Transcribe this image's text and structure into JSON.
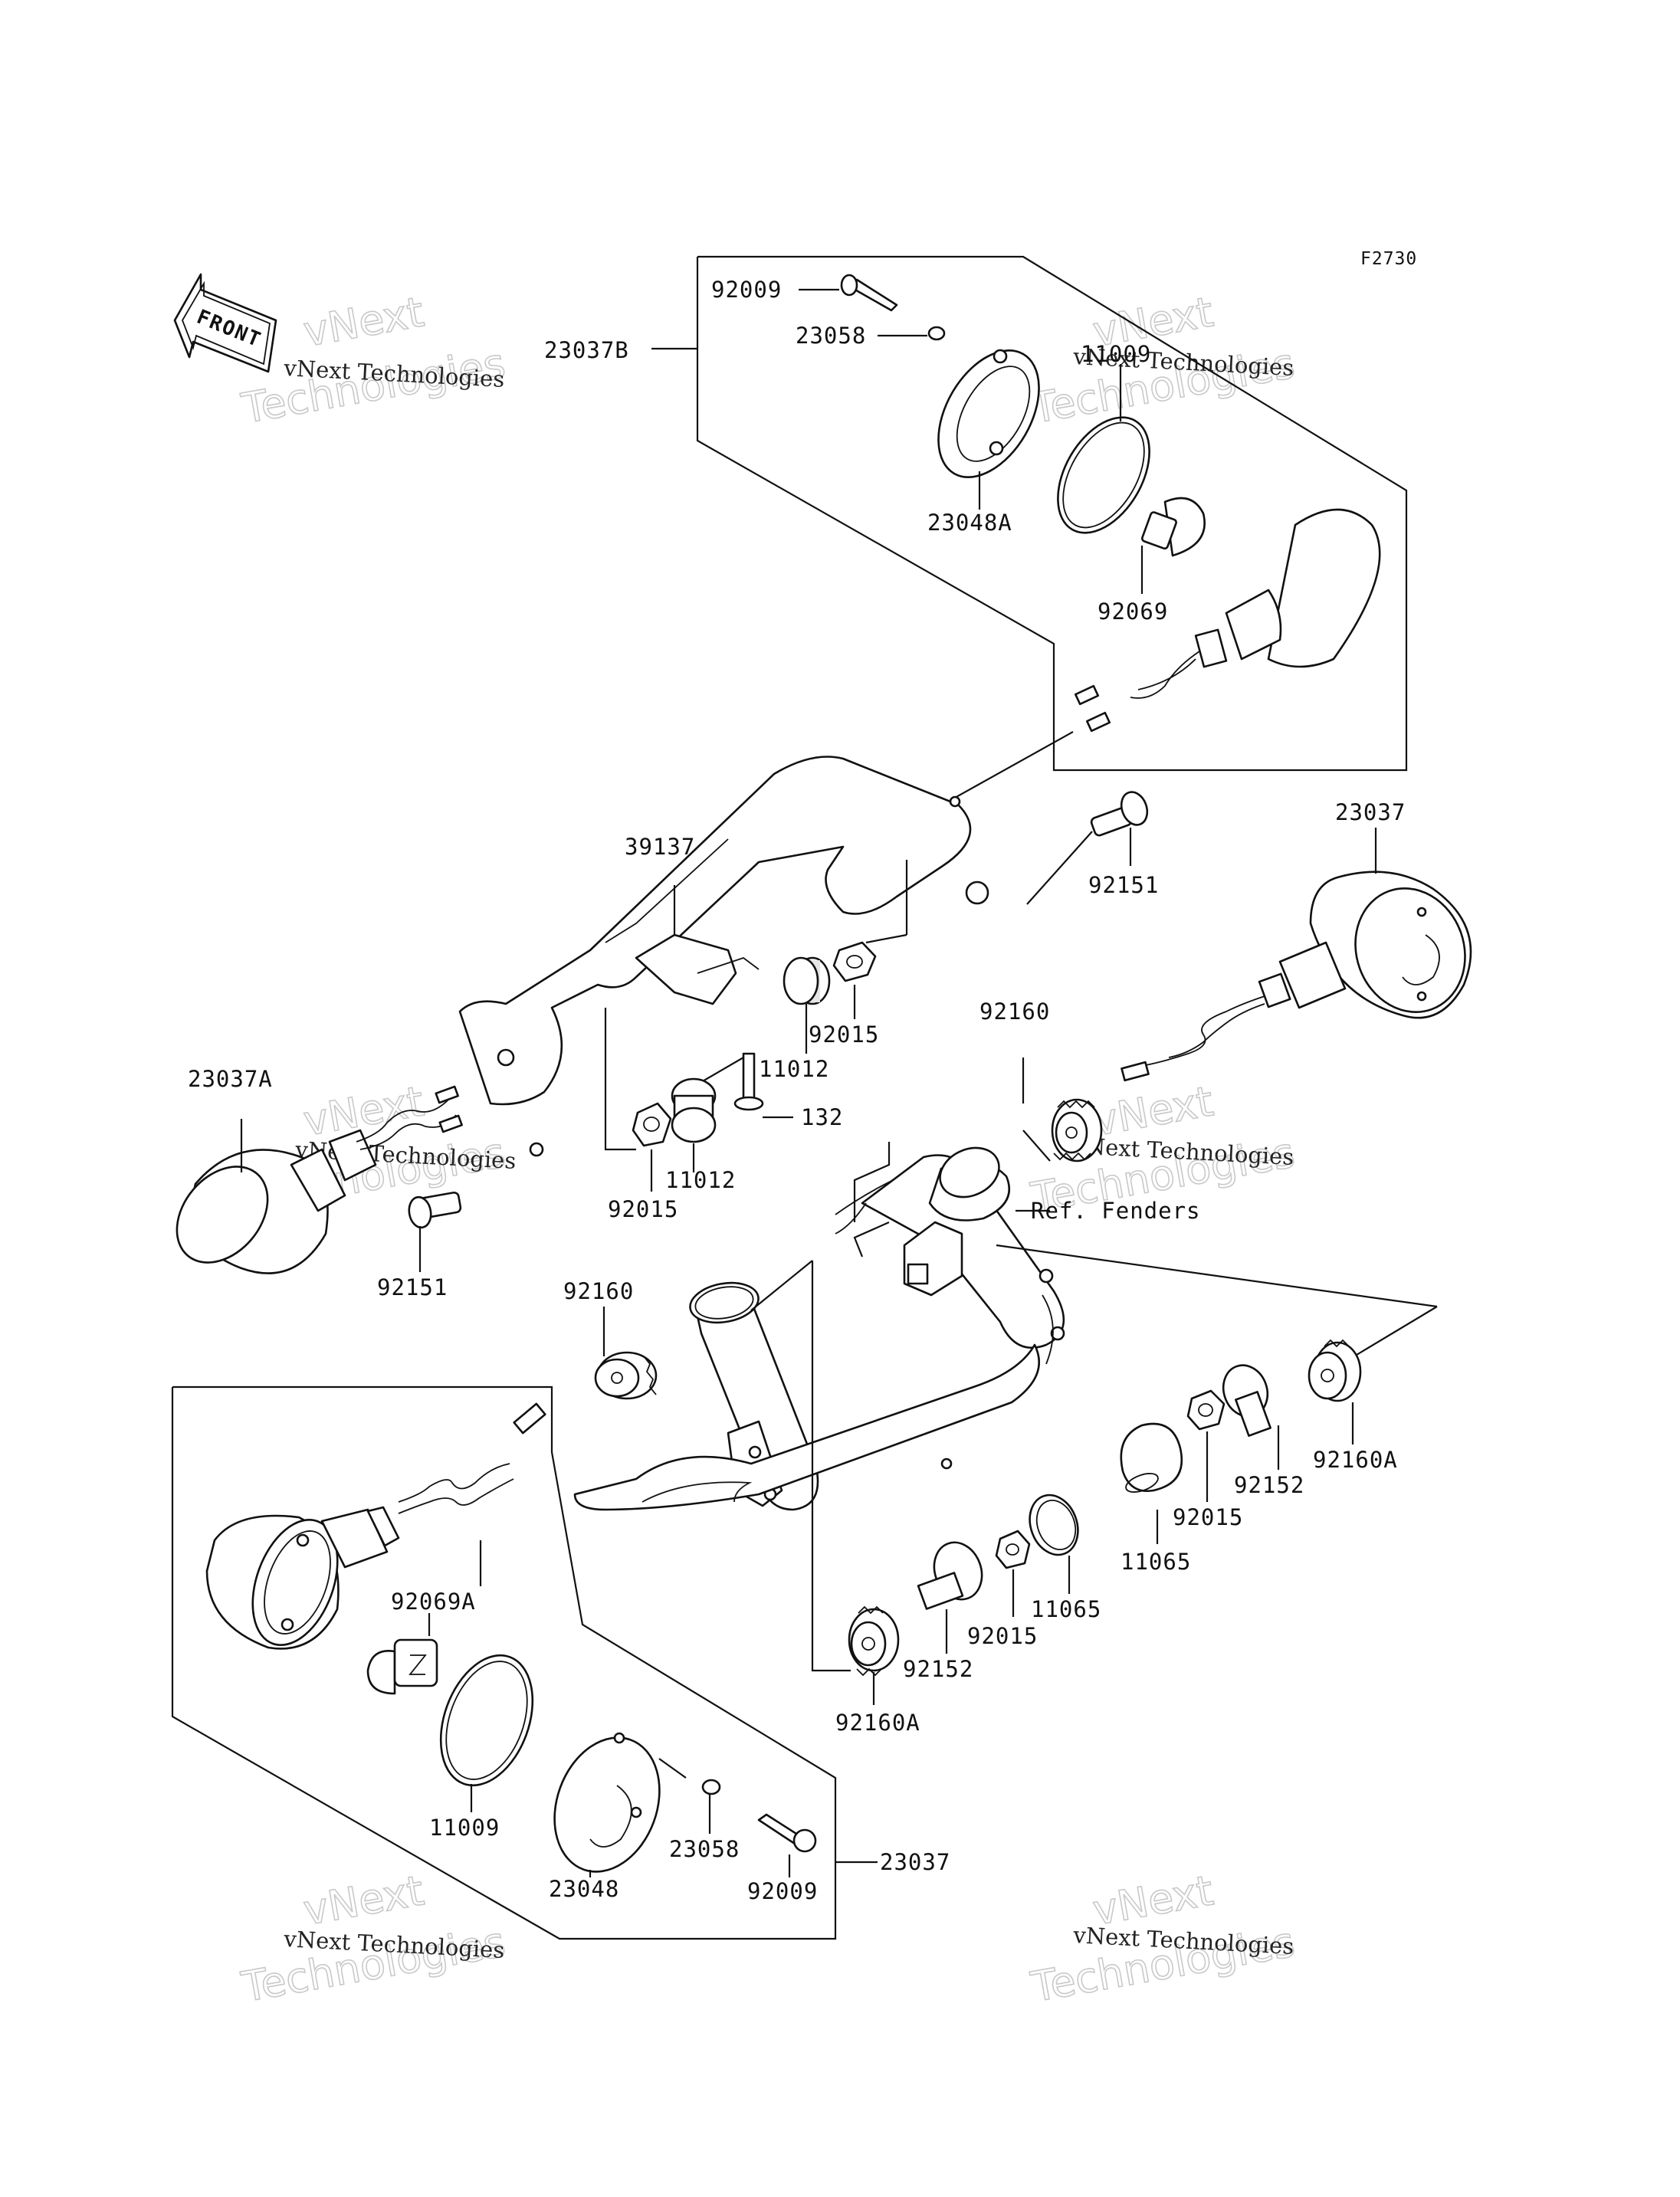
{
  "figure": {
    "code": "F2730",
    "front_label": "FRONT",
    "reference_label": "Ref. Fenders"
  },
  "part_labels": {
    "p92009_top": "92009",
    "p23058_top": "23058",
    "p23037B": "23037B",
    "p11009_top": "11009",
    "p23048A": "23048A",
    "p92069": "92069",
    "p23037_right": "23037",
    "p39137": "39137",
    "p92151_top": "92151",
    "p11012_upper": "11012",
    "p92015_upper": "92015",
    "p92160_right": "92160",
    "p23037A": "23037A",
    "p132": "132",
    "p92015_mid": "92015",
    "p11012_lower": "11012",
    "p92151_left": "92151",
    "p92160_left": "92160",
    "p92160A_right": "92160A",
    "p92152_right": "92152",
    "p92015_right": "92015",
    "p11065_upper": "11065",
    "p92069A": "92069A",
    "p11065_lower": "11065",
    "p92015_low": "92015",
    "p92152_low": "92152",
    "p92160A_low": "92160A",
    "p11009_low": "11009",
    "p23048": "23048",
    "p23058_low": "23058",
    "p92009_low": "92009",
    "p23037_low": "23037"
  },
  "watermarks": {
    "brand": "vNext Technologies",
    "big_top": "vNext",
    "big_bottom": "Technologies"
  }
}
